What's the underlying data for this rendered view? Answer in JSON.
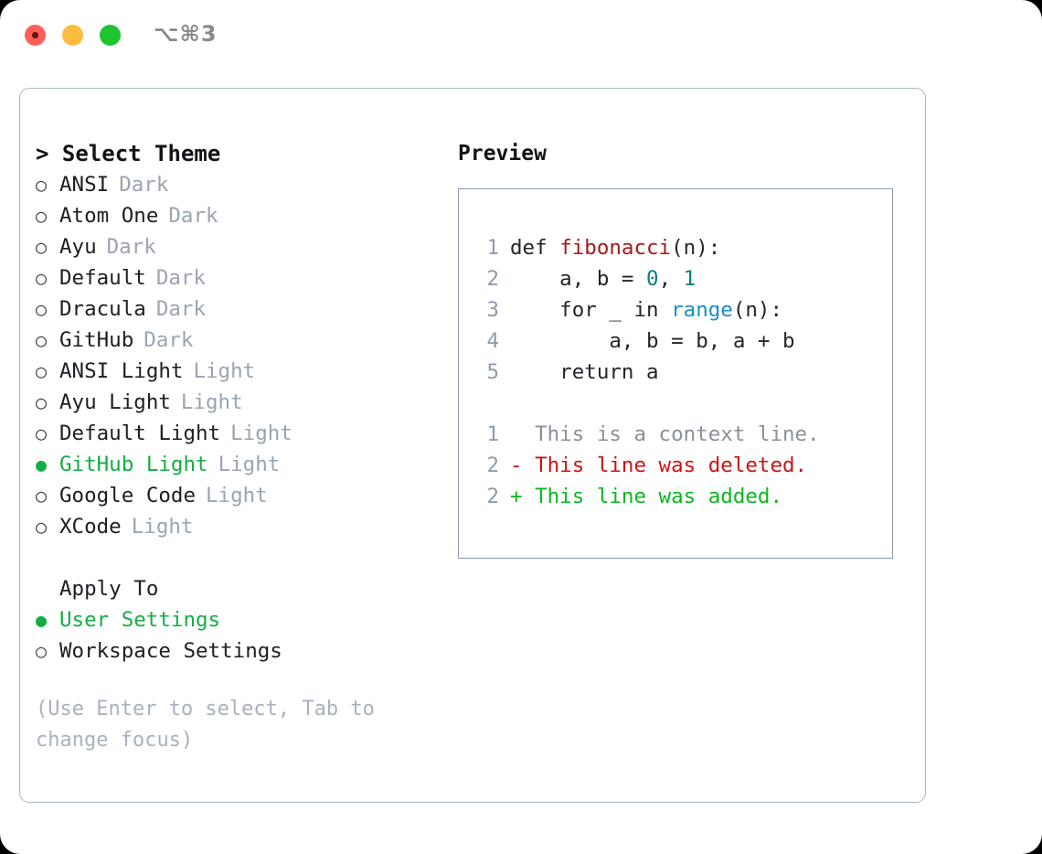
{
  "titlebar": {
    "shortcut": "⌥⌘3",
    "buttons": [
      {
        "name": "close",
        "color": "#fc6058"
      },
      {
        "name": "minimize",
        "color": "#fdbc40"
      },
      {
        "name": "maximize",
        "color": "#1fc52f"
      }
    ]
  },
  "theme_picker": {
    "header": "> Select Theme",
    "selected_marker": "●",
    "unselected_marker": "○",
    "selected_color": "#14ad43",
    "items": [
      {
        "marker": "○",
        "name": "ANSI",
        "category": "Dark",
        "selected": false
      },
      {
        "marker": "○",
        "name": "Atom One",
        "category": "Dark",
        "selected": false
      },
      {
        "marker": "○",
        "name": "Ayu",
        "category": "Dark",
        "selected": false
      },
      {
        "marker": "○",
        "name": "Default",
        "category": "Dark",
        "selected": false
      },
      {
        "marker": "○",
        "name": "Dracula",
        "category": "Dark",
        "selected": false
      },
      {
        "marker": "○",
        "name": "GitHub",
        "category": "Dark",
        "selected": false
      },
      {
        "marker": "○",
        "name": "ANSI Light",
        "category": "Light",
        "selected": false
      },
      {
        "marker": "○",
        "name": "Ayu Light",
        "category": "Light",
        "selected": false
      },
      {
        "marker": "○",
        "name": "Default Light",
        "category": "Light",
        "selected": false
      },
      {
        "marker": "●",
        "name": "GitHub Light",
        "category": "Light",
        "selected": true
      },
      {
        "marker": "○",
        "name": "Google Code",
        "category": "Light",
        "selected": false
      },
      {
        "marker": "○",
        "name": "XCode",
        "category": "Light",
        "selected": false
      }
    ]
  },
  "apply_to": {
    "header": "Apply To",
    "items": [
      {
        "marker": "●",
        "label": "User Settings",
        "selected": true
      },
      {
        "marker": "○",
        "label": "Workspace Settings",
        "selected": false
      }
    ]
  },
  "help": {
    "text": "(Use Enter to select, Tab to change focus)"
  },
  "preview": {
    "title": "Preview",
    "code_lines": [
      {
        "no": "1",
        "tokens": [
          {
            "t": "def ",
            "k": "plain"
          },
          {
            "t": "fibonacci",
            "k": "fn"
          },
          {
            "t": "(n):",
            "k": "plain"
          }
        ]
      },
      {
        "no": "2",
        "tokens": [
          {
            "t": "    a, b = ",
            "k": "plain"
          },
          {
            "t": "0",
            "k": "num"
          },
          {
            "t": ", ",
            "k": "plain"
          },
          {
            "t": "1",
            "k": "num"
          }
        ]
      },
      {
        "no": "3",
        "tokens": [
          {
            "t": "    for _ in ",
            "k": "plain"
          },
          {
            "t": "range",
            "k": "call"
          },
          {
            "t": "(n):",
            "k": "plain"
          }
        ]
      },
      {
        "no": "4",
        "tokens": [
          {
            "t": "        a, b = b, a + b",
            "k": "plain"
          }
        ]
      },
      {
        "no": "5",
        "tokens": [
          {
            "t": "    return a",
            "k": "plain"
          }
        ]
      }
    ],
    "diff_lines": [
      {
        "no": "1",
        "text": "  This is a context line.",
        "kind": "ctx"
      },
      {
        "no": "2",
        "text": "- This line was deleted.",
        "kind": "del"
      },
      {
        "no": "2",
        "text": "+ This line was added.",
        "kind": "add"
      }
    ]
  }
}
